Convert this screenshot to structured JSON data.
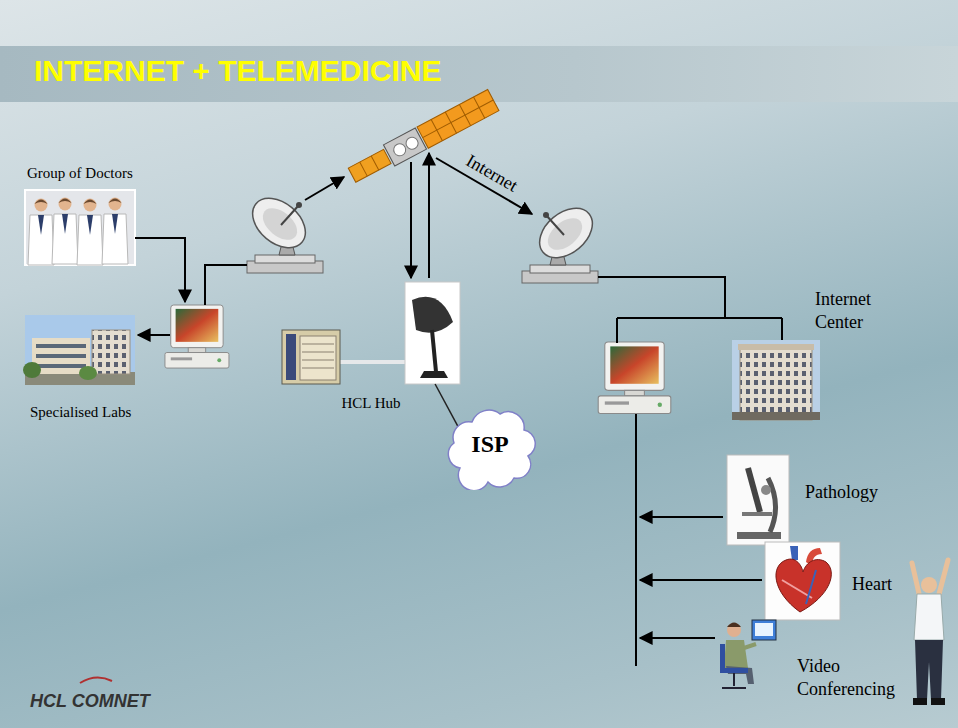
{
  "diagram": {
    "title": "INTERNET + TELEMEDICINE",
    "nodes": [
      {
        "text": [
          "Group of Doctors"
        ]
      },
      {
        "text": [
          "Specialised Labs"
        ]
      },
      {
        "text": [
          "HCL Hub"
        ]
      },
      {
        "text": [
          "ISP"
        ]
      },
      {
        "text": [
          "Internet Center"
        ]
      },
      {
        "text": [
          "Pathology"
        ]
      },
      {
        "text": [
          "Heart"
        ]
      },
      {
        "text": [
          "Video Conferencing"
        ]
      }
    ],
    "edges": [
      {
        "from": 2,
        "to": 3,
        "arrow": "none"
      }
    ],
    "labels": [
      "Internet",
      "HCL COMNET"
    ]
  }
}
